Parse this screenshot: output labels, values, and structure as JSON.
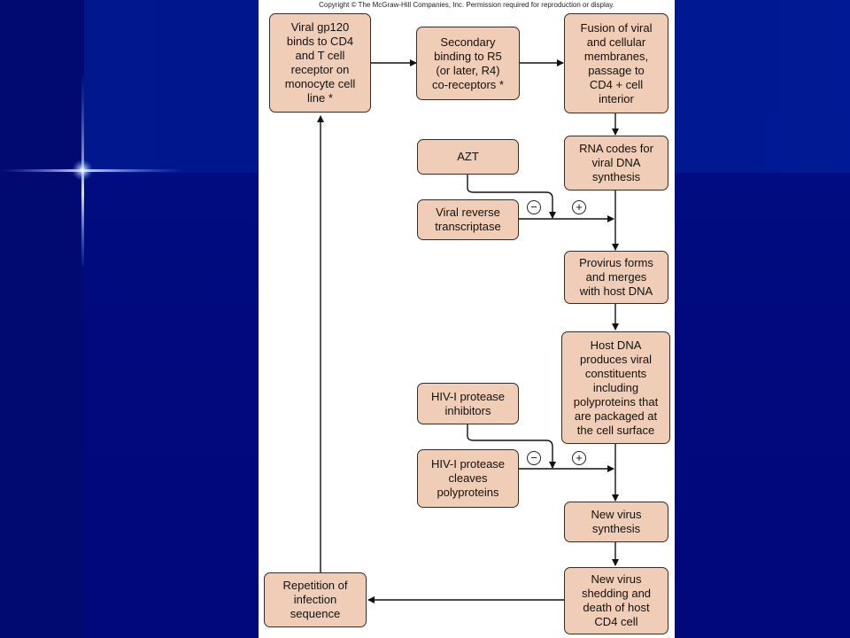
{
  "copyright": "Copyright © The McGraw-Hill Companies, Inc. Permission required for reproduction or display.",
  "nodes": {
    "gp120": "Viral gp120\nbinds to CD4\nand T cell\nreceptor on\nmonocyte cell\nline *",
    "secondary": "Secondary\nbinding to R5\n(or later, R4)\nco-receptors *",
    "fusion": "Fusion of viral\nand cellular\nmembranes,\npassage to\nCD4 + cell\ninterior",
    "azt": "AZT",
    "rna": "RNA codes for\nviral DNA\nsynthesis",
    "rt": "Viral reverse\ntranscriptase",
    "provirus": "Provirus forms\nand merges\nwith host DNA",
    "hostdna": "Host DNA\nproduces viral\nconstituents\nincluding\npolyproteins that\nare packaged at\nthe cell surface",
    "inhibitors": "HIV-I protease\ninhibitors",
    "protease": "HIV-I protease\ncleaves\npolyproteins",
    "newvirus": "New virus\nsynthesis",
    "shedding": "New virus\nshedding and\ndeath of host\nCD4 cell",
    "repetition": "Repetition of\ninfection\nsequence"
  },
  "signs": {
    "minus": "−",
    "plus": "+"
  }
}
